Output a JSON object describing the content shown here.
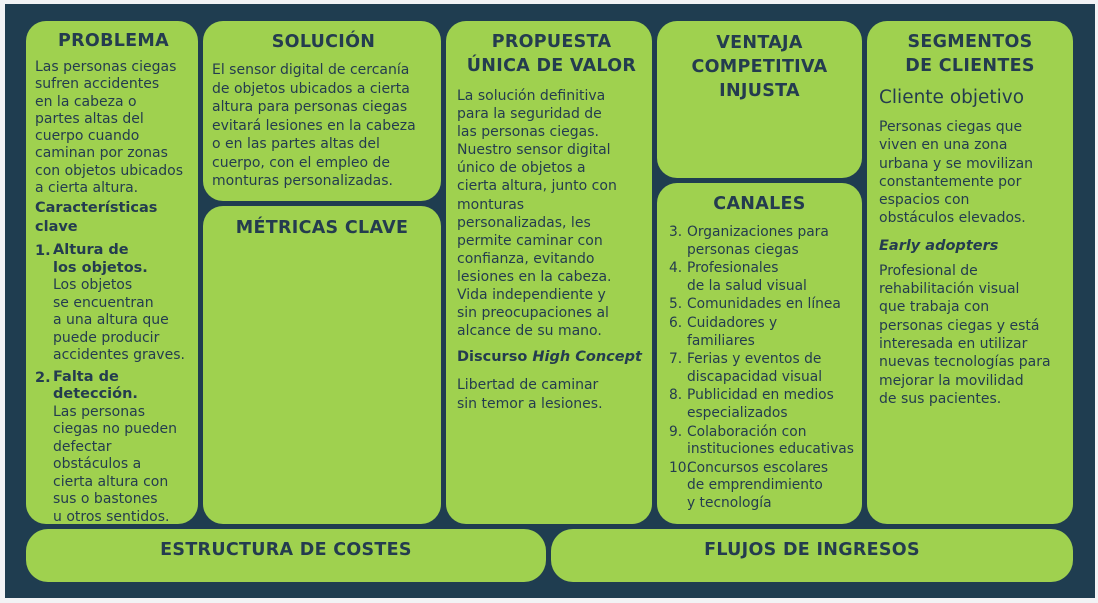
{
  "canvas": {
    "background": "#1f3d50",
    "box_color": "#9fd14f",
    "text_color": "#243c4f"
  },
  "problema": {
    "title": "PROBLEMA",
    "text": "Las personas ciegas\nsufren accidentes\nen la cabeza o\npartes altas del\ncuerpo cuando\ncaminan por zonas\ncon objetos ubicados\na cierta altura.",
    "subtitle": "Características clave",
    "items": [
      {
        "num": "1.",
        "head": "Altura de\nlos objetos.",
        "body": "Los objetos\nse encuentran\na una altura que\npuede producir\naccidentes graves."
      },
      {
        "num": "2.",
        "head": "Falta de\ndetección.",
        "body": "Las personas\nciegas no pueden\ndefectar\nobstáculos a\ncierta altura con\nsus o bastones\nu otros sentidos."
      }
    ]
  },
  "solucion": {
    "title": "SOLUCIÓN",
    "text": "El sensor digital de cercanía\nde objetos ubicados a cierta\naltura para personas ciegas\nevitará lesiones en la cabeza\no en las partes altas del\ncuerpo, con el empleo de\nmonturas personalizadas."
  },
  "metricas": {
    "title": "MÉTRICAS CLAVE"
  },
  "propuesta": {
    "title": "PROPUESTA\nÚNICA DE VALOR",
    "text": "La solución definitiva\npara la seguridad de\nlas personas ciegas.\nNuestro sensor digital\núnico de objetos a\ncierta altura, junto con\nmonturas\npersonalizadas, les\npermite caminar con\nconfianza, evitando\nlesiones en la cabeza.\nVida independiente y\nsin preocupaciones al\nalcance de su mano.",
    "discurso_label": "Discurso",
    "discurso_italic": "High Concept",
    "discurso_text": "Libertad de caminar\nsin temor a lesiones."
  },
  "ventaja": {
    "title": "VENTAJA\nCOMPETITIVA\nINJUSTA"
  },
  "canales": {
    "title": "CANALES",
    "items": [
      {
        "num": "3.",
        "text": "Organizaciones para\npersonas ciegas"
      },
      {
        "num": "4.",
        "text": "Profesionales\nde la salud visual"
      },
      {
        "num": "5.",
        "text": "Comunidades en línea"
      },
      {
        "num": "6.",
        "text": "Cuidadores y\nfamiliares"
      },
      {
        "num": "7.",
        "text": "Ferias y eventos de\ndiscapacidad visual"
      },
      {
        "num": "8.",
        "text": "Publicidad en medios\nespecializados"
      },
      {
        "num": "9.",
        "text": "Colaboración con\ninstituciones educativas"
      },
      {
        "num": "10.",
        "text": "Concursos escolares\nde emprendimiento\ny tecnología"
      }
    ]
  },
  "segmentos": {
    "title": "SEGMENTOS\nDE CLIENTES",
    "subtitle": "Cliente objetivo",
    "text": "Personas ciegas que\nviven en una zona\nurbana y se movilizan\nconstantemente por\nespacios con\nobstáculos elevados.",
    "early_label": "Early adopters",
    "early_text": "Profesional de\nrehabilitación visual\nque trabaja con\npersonas ciegas y está\ninteresada en utilizar\nnuevas tecnologías para\nmejorar la movilidad\nde sus pacientes."
  },
  "costes": {
    "title": "ESTRUCTURA DE COSTES"
  },
  "ingresos": {
    "title": "FLUJOS DE INGRESOS"
  }
}
